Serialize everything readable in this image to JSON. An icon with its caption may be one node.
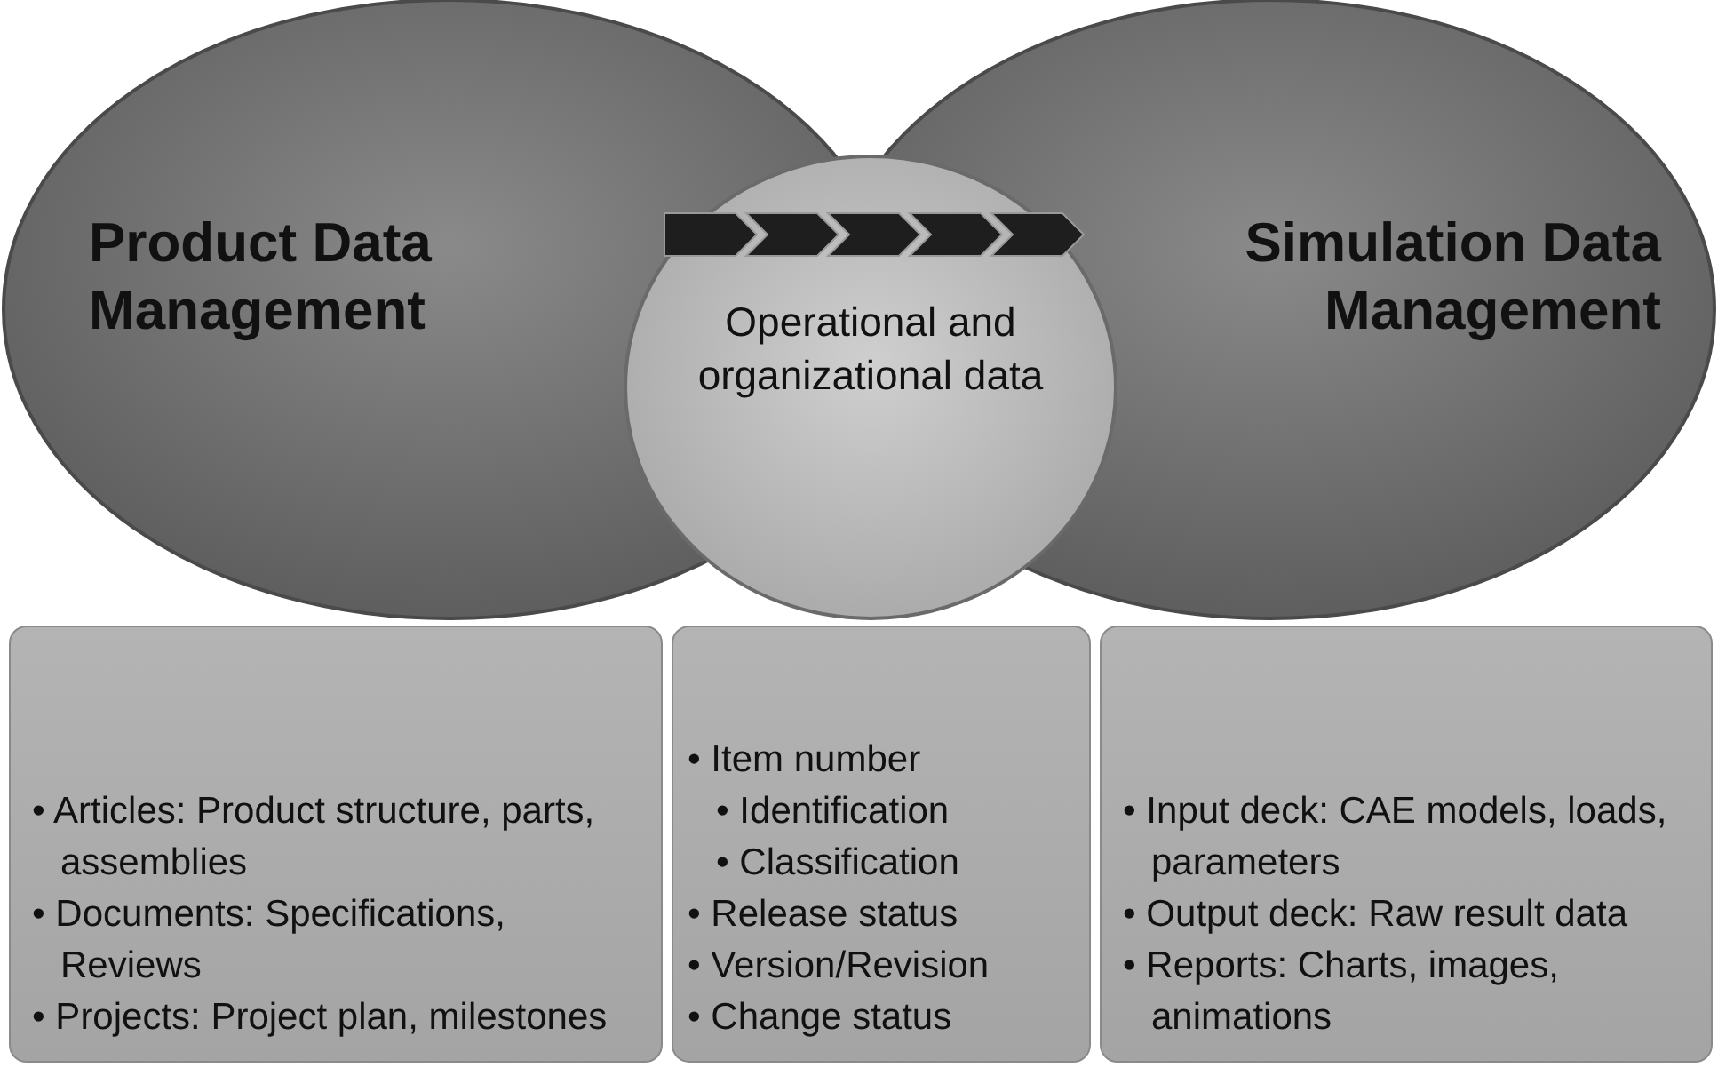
{
  "diagram": {
    "nodes": [
      {
        "text": [
          "Product Data Management"
        ]
      },
      {
        "text": [
          "Simulation Data Management"
        ]
      },
      {
        "text": [
          "Operational and organizational data"
        ]
      },
      {
        "text": [
          "• Articles: Product structure, parts, assemblies",
          "• Documents: Specifications, Reviews",
          "• Projects: Project plan, milestones"
        ]
      },
      {
        "text": [
          "• Item number",
          "• Identification",
          "• Classification",
          "• Release status",
          "• Version/Revision",
          "• Change status"
        ]
      },
      {
        "text": [
          "• Input deck: CAE models, loads, parameters",
          "• Output deck: Raw result data",
          "• Reports: Charts, images, animations"
        ]
      }
    ]
  }
}
